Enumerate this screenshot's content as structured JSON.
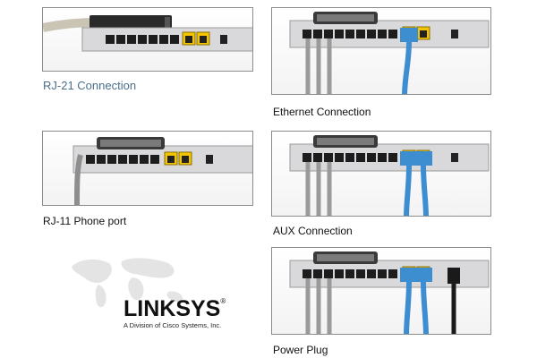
{
  "captions": {
    "rj21": "RJ-21 Connection",
    "ethernet": "Ethernet Connection",
    "rj11": "RJ-11 Phone port",
    "aux": "AUX Connection",
    "power": "Power Plug"
  },
  "brand": {
    "name": "LINKSYS",
    "registered": "®",
    "tagline": "A Division of Cisco Systems, Inc."
  },
  "colors": {
    "port_yellow": "#f2c500",
    "cable_blue": "#3c8ed0",
    "cable_gray": "#9a9a9a",
    "device_body": "#d8d8da",
    "caption_light": "#4a6f8a"
  }
}
